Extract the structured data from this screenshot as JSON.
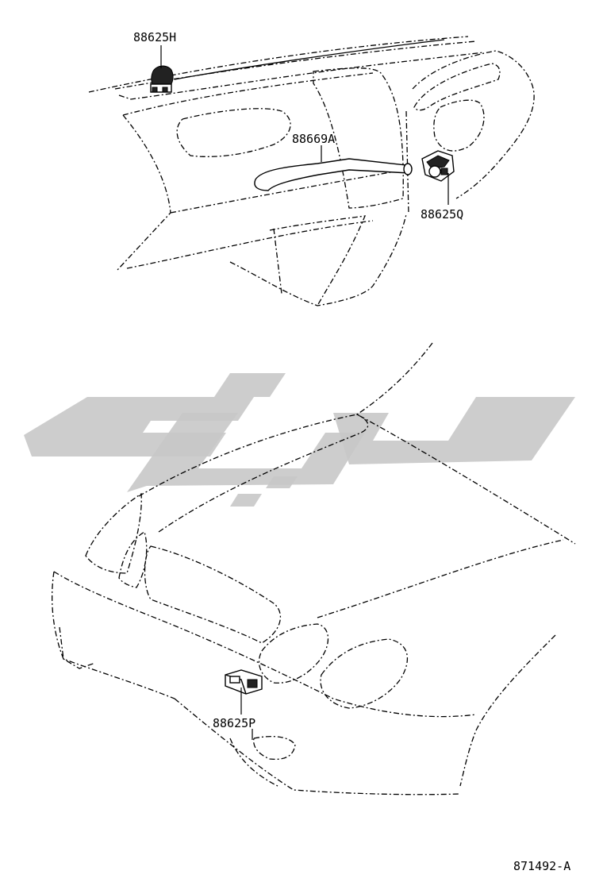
{
  "diagram": {
    "labels": {
      "part_88625H": "88625H",
      "part_88669A": "88669A",
      "part_88625Q": "88625Q",
      "part_88625P": "88625P"
    },
    "figure_number": "871492-A",
    "watermark_color": "#c8c8c8",
    "line_color": "#000000"
  }
}
